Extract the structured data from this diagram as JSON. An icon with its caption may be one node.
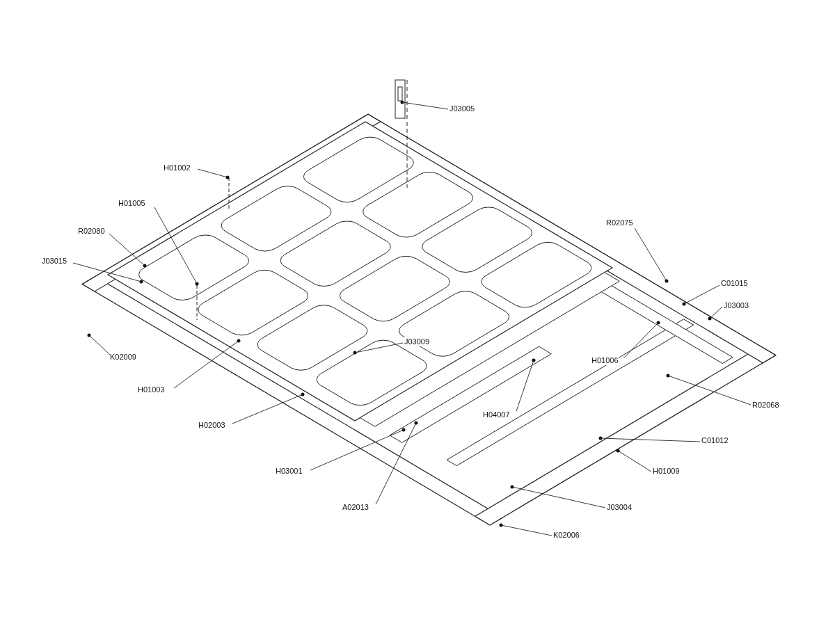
{
  "diagram": {
    "nodes": [
      {
        "text": [
          "J03005"
        ]
      },
      {
        "text": [
          "H01002"
        ]
      },
      {
        "text": [
          "H01005"
        ]
      },
      {
        "text": [
          "R02080"
        ]
      },
      {
        "text": [
          "J03015"
        ]
      },
      {
        "text": [
          "K02009"
        ]
      },
      {
        "text": [
          "H01003"
        ]
      },
      {
        "text": [
          "H02003"
        ]
      },
      {
        "text": [
          "H03001"
        ]
      },
      {
        "text": [
          "A02013"
        ]
      },
      {
        "text": [
          "J03009"
        ]
      },
      {
        "text": [
          "H04007"
        ]
      },
      {
        "text": [
          "R02075"
        ]
      },
      {
        "text": [
          "C01015"
        ]
      },
      {
        "text": [
          "J03003"
        ]
      },
      {
        "text": [
          "H01006"
        ]
      },
      {
        "text": [
          "R02068"
        ]
      },
      {
        "text": [
          "C01012"
        ]
      },
      {
        "text": [
          "H01009"
        ]
      },
      {
        "text": [
          "J03004"
        ]
      },
      {
        "text": [
          "K02006"
        ]
      }
    ],
    "edges": [
      {
        "from": 0,
        "to": null,
        "arrow": "none"
      },
      {
        "from": 1,
        "to": null,
        "arrow": "none"
      },
      {
        "from": 2,
        "to": null,
        "arrow": "none"
      },
      {
        "from": 3,
        "to": null,
        "arrow": "none"
      },
      {
        "from": 4,
        "to": null,
        "arrow": "none"
      },
      {
        "from": 5,
        "to": null,
        "arrow": "none"
      },
      {
        "from": 6,
        "to": null,
        "arrow": "none"
      },
      {
        "from": 7,
        "to": null,
        "arrow": "none"
      },
      {
        "from": 8,
        "to": null,
        "arrow": "none"
      },
      {
        "from": 9,
        "to": null,
        "arrow": "none"
      },
      {
        "from": 10,
        "to": null,
        "arrow": "none"
      },
      {
        "from": 11,
        "to": null,
        "arrow": "none"
      },
      {
        "from": 12,
        "to": null,
        "arrow": "none"
      },
      {
        "from": 13,
        "to": null,
        "arrow": "none"
      },
      {
        "from": 14,
        "to": null,
        "arrow": "none"
      },
      {
        "from": 15,
        "to": null,
        "arrow": "none"
      },
      {
        "from": 16,
        "to": null,
        "arrow": "none"
      },
      {
        "from": 17,
        "to": null,
        "arrow": "none"
      },
      {
        "from": 18,
        "to": null,
        "arrow": "none"
      },
      {
        "from": 19,
        "to": null,
        "arrow": "none"
      },
      {
        "from": 20,
        "to": null,
        "arrow": "none"
      }
    ]
  }
}
